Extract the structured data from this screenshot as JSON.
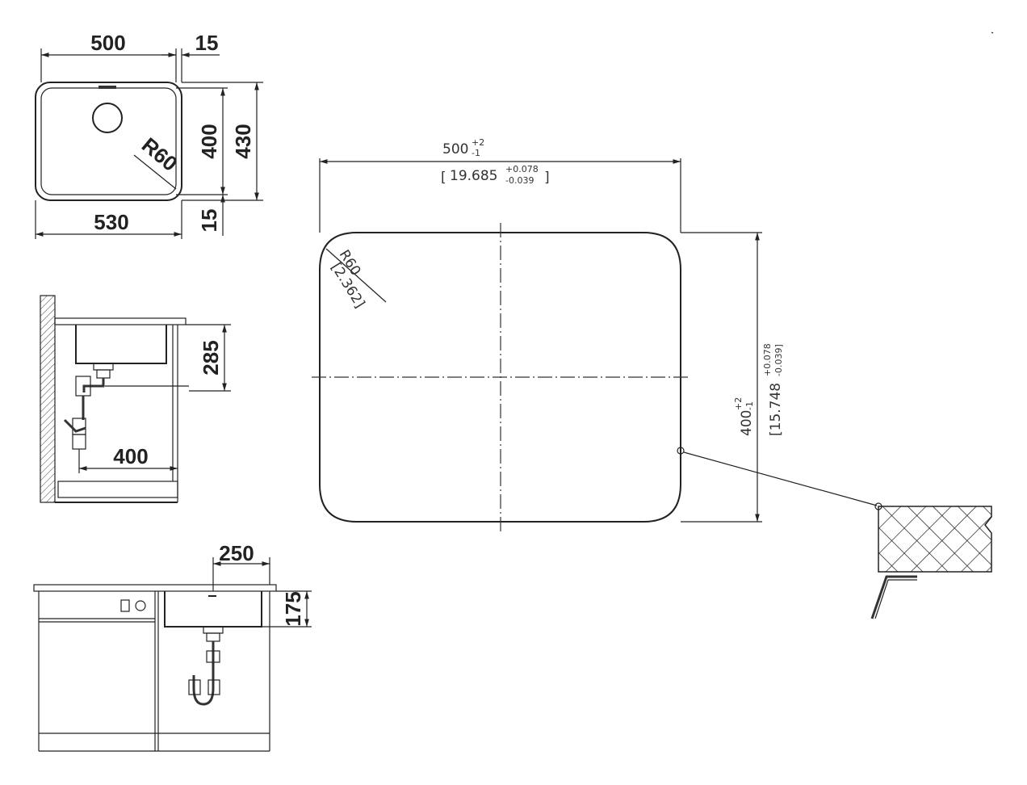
{
  "top_view": {
    "width_inner": "500",
    "rim": "15",
    "height_inner": "400",
    "height_outer": "430",
    "radius": "R60",
    "width_outer": "530",
    "rim_bottom": "15"
  },
  "side_view": {
    "depth": "285",
    "drain_offset": "400"
  },
  "front_view": {
    "drain_offset": "250",
    "bowl_depth": "175"
  },
  "cutout": {
    "width": "500",
    "width_tol_plus": "+2",
    "width_tol_minus": "-1",
    "width_in_open": "[",
    "width_in": "19.685",
    "width_in_tol_plus": "+0.078",
    "width_in_tol_minus": "-0.039",
    "width_in_close": "]",
    "radius": "R60",
    "radius_in": "[2.362]",
    "height": "400",
    "height_tol_plus": "+2",
    "height_tol_minus": "-1",
    "height_in": "[15.748",
    "height_in_tol_plus": "+0.078",
    "height_in_tol_minus": "-0.039]"
  }
}
